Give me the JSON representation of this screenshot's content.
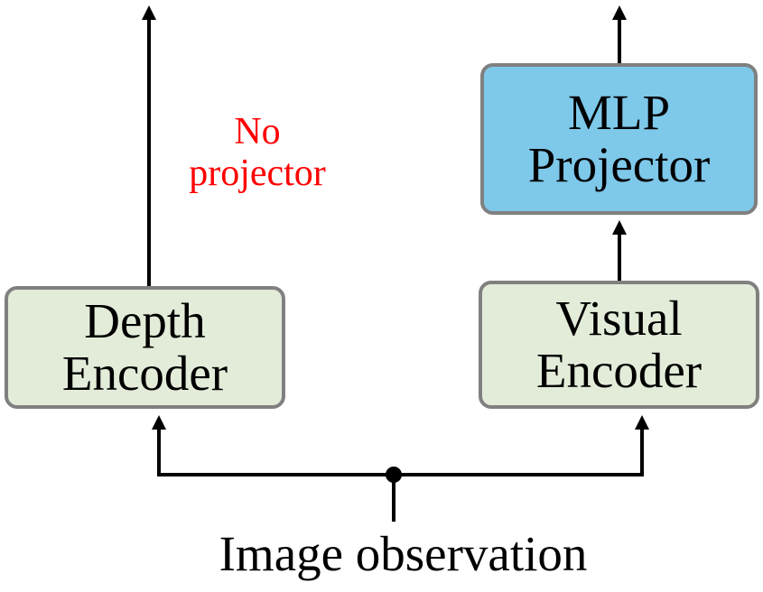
{
  "colors": {
    "encoder_fill": "#e3ecd9",
    "projector_fill": "#7ec8ea",
    "box_border": "#808080",
    "arrow": "#000000",
    "annotation": "#ff0000"
  },
  "depth_encoder": {
    "line1": "Depth",
    "line2": "Encoder"
  },
  "visual_encoder": {
    "line1": "Visual",
    "line2": "Encoder"
  },
  "mlp_projector": {
    "line1": "MLP",
    "line2": "Projector"
  },
  "no_projector_note": {
    "line1": "No",
    "line2": "projector"
  },
  "input_label": "Image observation"
}
